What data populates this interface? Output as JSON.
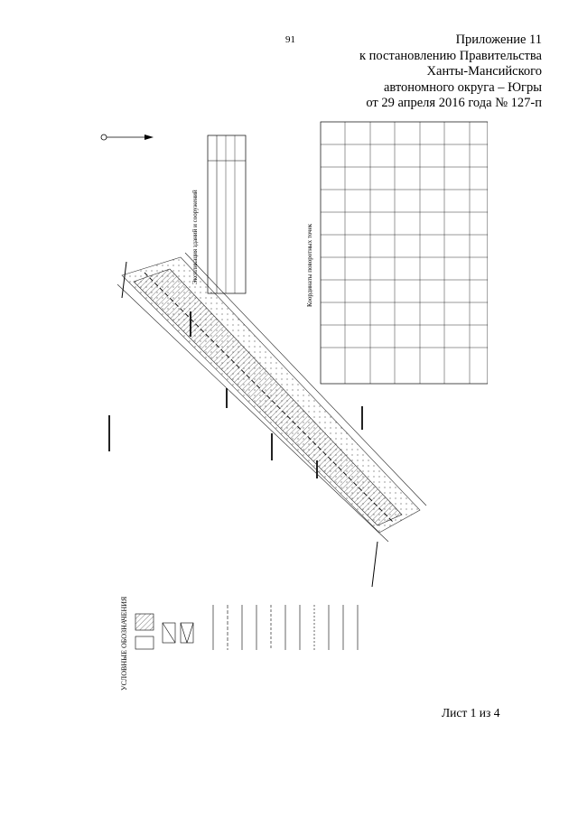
{
  "page_number": "91",
  "header": {
    "line1": "Приложение 11",
    "line2": "к постановлению Правительства",
    "line3": "Ханты-Мансийского",
    "line4": "автономного округа – Югры",
    "line5": "от 29 апреля 2016 года № 127-п"
  },
  "footer": {
    "sheet_label": "Лист 1 из 4"
  },
  "map": {
    "legend_title": "УСЛОВНЫЕ ОБОЗНАЧЕНИЯ",
    "coordinates_title": "Координаты поворотных точек",
    "explication_title": "Экспликация зданий и сооружений"
  }
}
